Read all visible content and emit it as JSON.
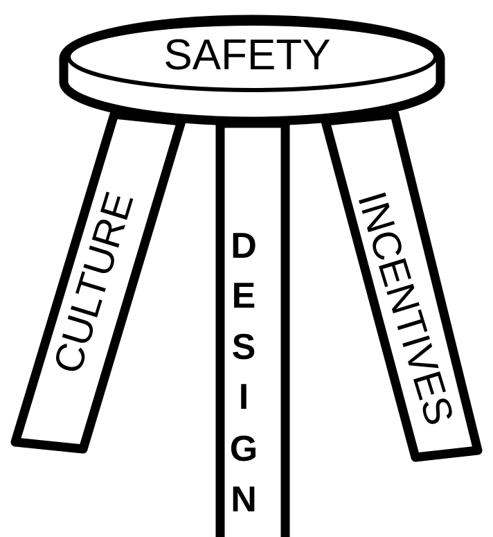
{
  "seat": {
    "label": "SAFETY"
  },
  "legs": {
    "left": {
      "label": "CULTURE"
    },
    "center": {
      "letters": [
        "D",
        "E",
        "S",
        "I",
        "G",
        "N"
      ]
    },
    "right": {
      "label": "INCENTIVES"
    }
  }
}
